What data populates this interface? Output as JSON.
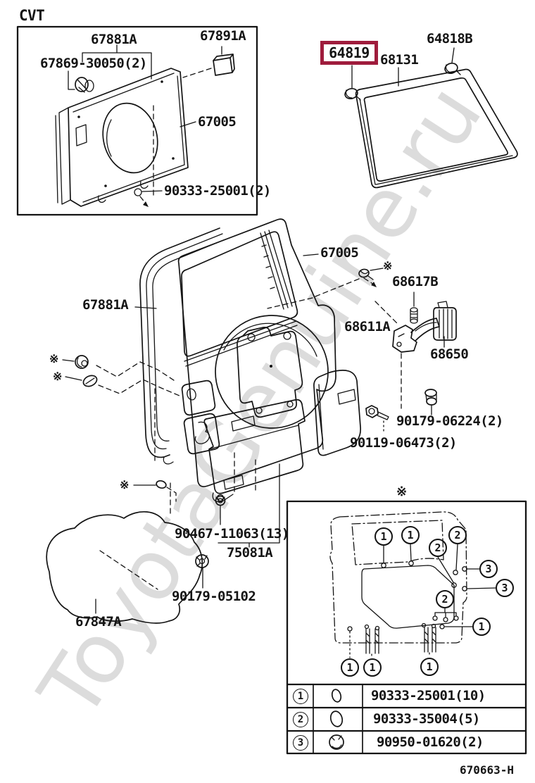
{
  "watermark": "ToyotaGenuine.ru",
  "footer_code": "670663-H",
  "symbols": {
    "reference_mark": "※"
  },
  "highlight": {
    "box_color": "#9f1c3c"
  },
  "labels": {
    "cvt": "CVT",
    "cvt_box": {
      "p67881a": "67881A",
      "p67891a": "67891A",
      "p67869_30050": "67869-30050(2)",
      "p67005": "67005",
      "p90333_25001": "90333-25001(2)"
    },
    "glass": {
      "p64819": "64819",
      "p68131": "68131",
      "p64818b": "64818B"
    },
    "door": {
      "p67005": "67005",
      "p67881a": "67881A",
      "p68617b": "68617B",
      "p68611a": "68611A",
      "p68650": "68650",
      "p90179_06224": "90179-06224(2)",
      "p90119_06473": "90119-06473(2)",
      "p90467_11063": "90467-11063(13)",
      "p75081a": "75081A",
      "p90179_05102": "90179-05102",
      "p67847a": "67847A"
    }
  },
  "inset": {
    "callouts": [
      "1",
      "1",
      "2",
      "2",
      "3",
      "3",
      "2",
      "1",
      "1",
      "1",
      "1"
    ],
    "table": [
      {
        "num": "1",
        "part": "90333-25001(10)"
      },
      {
        "num": "2",
        "part": "90333-35004(5)"
      },
      {
        "num": "3",
        "part": "90950-01620(2)"
      }
    ]
  }
}
